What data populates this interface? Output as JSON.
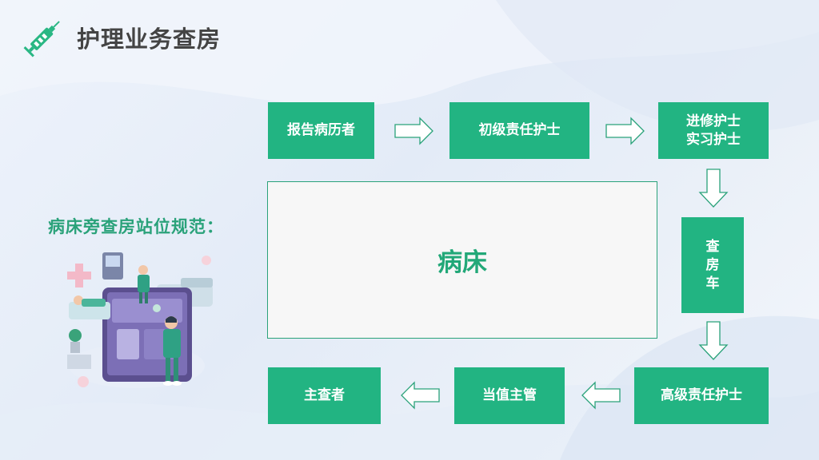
{
  "header": {
    "title": "护理业务查房",
    "icon": "syringe-icon"
  },
  "subtitle": "病床旁查房站位规范：",
  "flow": {
    "reporter": "报告病历者",
    "junior_nurse": "初级责任护士",
    "trainee_nurse": "进修护士\n实习护士",
    "cart": "查\n房\n车",
    "senior_nurse": "高级责任护士",
    "supervisor": "当值主管",
    "host": "主查者",
    "bed": "病床"
  },
  "colors": {
    "accent": "#22b482",
    "title": "#444444",
    "bed_border": "#2aa27a"
  }
}
